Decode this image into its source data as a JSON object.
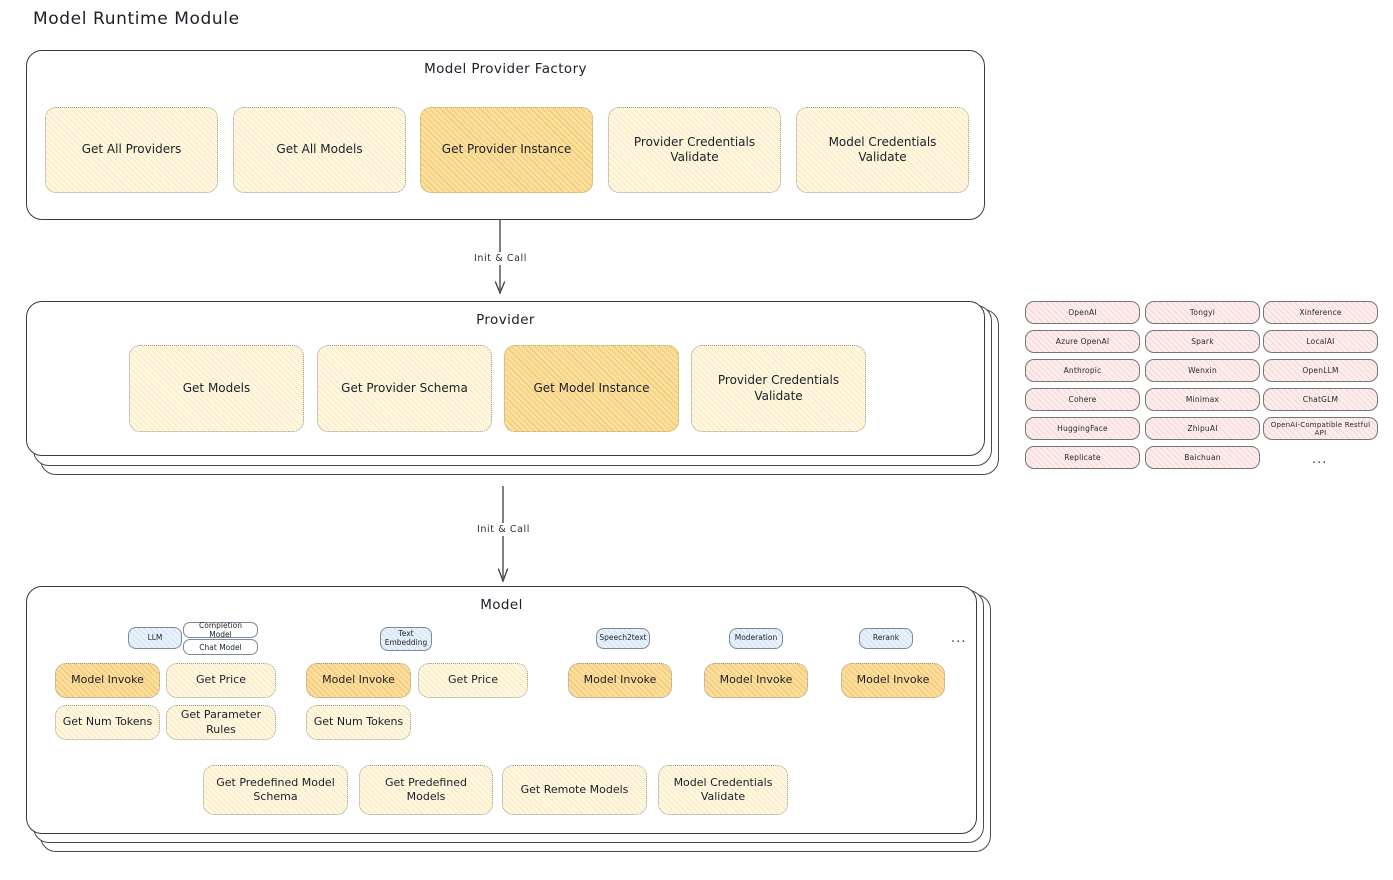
{
  "title": "Model Runtime Module",
  "colors": {
    "box_fill": "#fdf7e3",
    "box_fill_highlight": "#fbdfa2",
    "provider_chip_fill": "#fdeeee",
    "model_type_chip_fill": "#e9f2fb",
    "border": "#3a3a3a",
    "text": "#1b1f28"
  },
  "factory": {
    "title": "Model Provider Factory",
    "methods": [
      {
        "label": "Get All Providers",
        "highlighted": false
      },
      {
        "label": "Get All Models",
        "highlighted": false
      },
      {
        "label": "Get Provider Instance",
        "highlighted": true
      },
      {
        "label": "Provider Credentials Validate",
        "highlighted": false
      },
      {
        "label": "Model Credentials Validate",
        "highlighted": false
      }
    ]
  },
  "arrow1": {
    "label": "Init & Call"
  },
  "provider": {
    "title": "Provider",
    "methods": [
      {
        "label": "Get Models",
        "highlighted": false
      },
      {
        "label": "Get Provider Schema",
        "highlighted": false
      },
      {
        "label": "Get Model Instance",
        "highlighted": true
      },
      {
        "label": "Provider Credentials Validate",
        "highlighted": false
      }
    ]
  },
  "arrow2": {
    "label": "Init & Call"
  },
  "provider_list": {
    "columns": [
      [
        "OpenAI",
        "Azure OpenAI",
        "Anthropic",
        "Cohere",
        "HuggingFace",
        "Replicate"
      ],
      [
        "Tongyi",
        "Spark",
        "Wenxin",
        "Minimax",
        "ZhipuAI",
        "Baichuan"
      ],
      [
        "Xinference",
        "LocalAI",
        "OpenLLM",
        "ChatGLM",
        "OpenAI-Compatible Restful API"
      ]
    ],
    "more": "..."
  },
  "model": {
    "title": "Model",
    "more": "...",
    "types": [
      {
        "name": "LLM",
        "subtypes": [
          "Completion Model",
          "Chat Model"
        ],
        "methods": [
          {
            "label": "Model Invoke",
            "highlighted": true
          },
          {
            "label": "Get Price",
            "highlighted": false
          },
          {
            "label": "Get Num Tokens",
            "highlighted": false
          },
          {
            "label": "Get Parameter Rules",
            "highlighted": false
          }
        ]
      },
      {
        "name": "Text Embedding",
        "subtypes": [],
        "methods": [
          {
            "label": "Model Invoke",
            "highlighted": true
          },
          {
            "label": "Get Price",
            "highlighted": false
          },
          {
            "label": "Get Num Tokens",
            "highlighted": false
          }
        ]
      },
      {
        "name": "Speech2text",
        "subtypes": [],
        "methods": [
          {
            "label": "Model Invoke",
            "highlighted": true
          }
        ]
      },
      {
        "name": "Moderation",
        "subtypes": [],
        "methods": [
          {
            "label": "Model Invoke",
            "highlighted": true
          }
        ]
      },
      {
        "name": "Rerank",
        "subtypes": [],
        "methods": [
          {
            "label": "Model Invoke",
            "highlighted": true
          }
        ]
      }
    ],
    "shared_methods": [
      "Get Predefined Model Schema",
      "Get Predefined Models",
      "Get Remote Models",
      "Model Credentials Validate"
    ]
  }
}
